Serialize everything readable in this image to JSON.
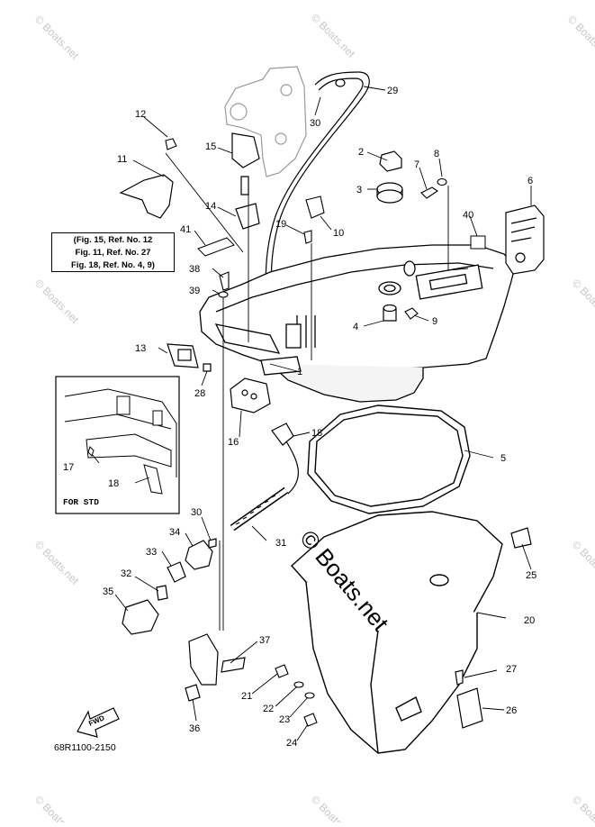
{
  "diagram": {
    "part_code": "68R1100-2150",
    "reference_box": {
      "lines": [
        "(Fig. 15, Ref. No. 12",
        "Fig. 11, Ref. No. 27",
        "Fig. 18, Ref. No. 4, 9)"
      ]
    },
    "inset_caption": "FOR STD",
    "fwd_label": "FWD",
    "watermark": "© Boats.net",
    "callouts": [
      "1",
      "2",
      "3",
      "4",
      "5",
      "6",
      "7",
      "8",
      "9",
      "10",
      "11",
      "12",
      "13",
      "14",
      "15",
      "16",
      "17",
      "18",
      "18",
      "19",
      "20",
      "21",
      "22",
      "23",
      "24",
      "25",
      "26",
      "27",
      "28",
      "29",
      "30",
      "30",
      "31",
      "32",
      "33",
      "34",
      "35",
      "36",
      "37",
      "38",
      "39",
      "40",
      "41"
    ]
  }
}
